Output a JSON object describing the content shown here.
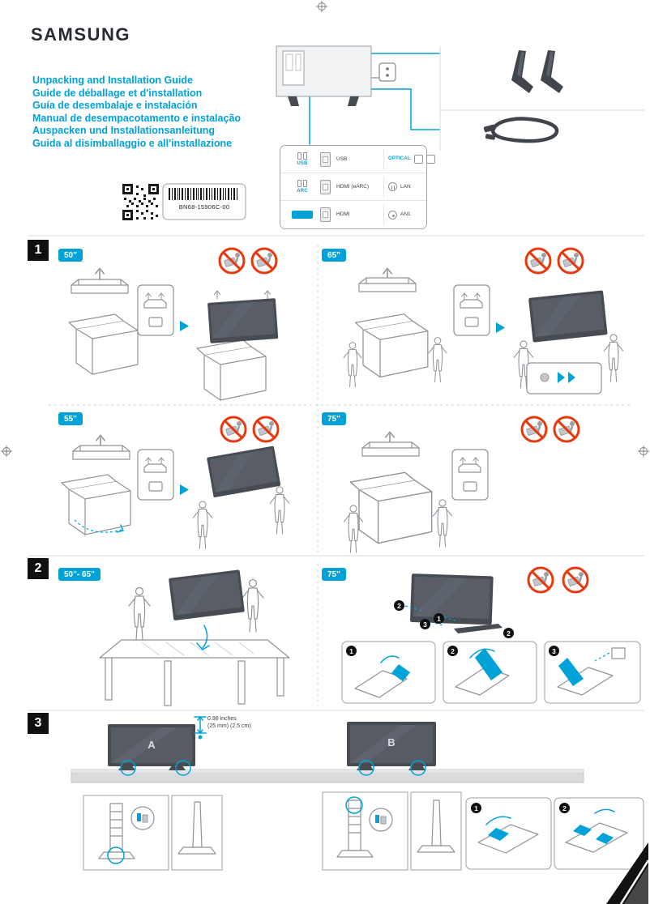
{
  "brand": "SAMSUNG",
  "header": {
    "titles": [
      "Unpacking and Installation Guide",
      "Guide de déballage et d'installation",
      "Guía de desembalaje e instalación",
      "Manual de desempacotamento e instalação",
      "Auspacken und Installationsanleitung",
      "Guida al disimballaggio e all'installazione"
    ],
    "part_number": "BN68-15906C-00",
    "ports": {
      "usb_group": "USB",
      "usb_port": "USB",
      "optical": "OPTICAL",
      "arc_group": "ARC",
      "hdmi_earc": "HDMI (eARC)",
      "lan": "LAN",
      "hdmi": "HDMI",
      "an1": "AN1"
    }
  },
  "sections": {
    "s1": {
      "number": "1",
      "b50": "50\"",
      "b65": "65\"",
      "b55": "55\"",
      "b75": "75\""
    },
    "s2": {
      "number": "2",
      "brange": "50\"- 65\"",
      "b75": "75\"",
      "steps": [
        "1",
        "2",
        "3"
      ]
    },
    "s3": {
      "number": "3",
      "m1": "0.98 inches",
      "m2": "(25 mm) (2.5 cm)",
      "a": "A",
      "b": "B",
      "steps": [
        "1",
        "2"
      ]
    }
  },
  "colors": {
    "accent": "#00a2d8",
    "prohibit": "#e8380d",
    "tv_dark": "#474b52"
  }
}
